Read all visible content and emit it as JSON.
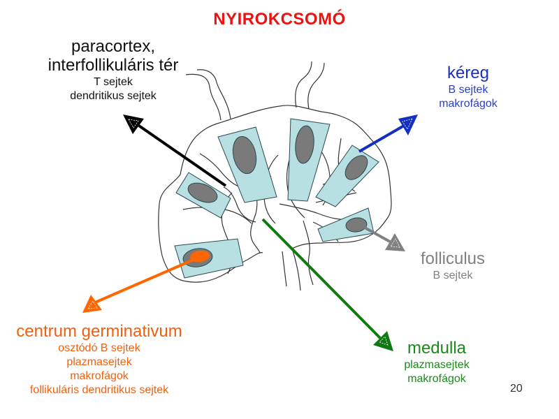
{
  "title": "NYIROKCSOMÓ",
  "page_number": "20",
  "colors": {
    "title": "#ee1111",
    "paracortex": "#000000",
    "kereg": "#1530c0",
    "folliculus": "#808080",
    "centrum": "#ff6600",
    "medulla": "#107a10",
    "follicle_fill": "#b8dfe2",
    "nucleus_fill": "#7a7a7a"
  },
  "labels": {
    "paracortex": {
      "main": [
        "paracortex,",
        "interfollikuláris tér"
      ],
      "sub": [
        "T sejtek",
        "dendritikus sejtek"
      ],
      "arrow_icon": "arrow-up-left"
    },
    "kereg": {
      "main": [
        "kéreg"
      ],
      "sub": [
        "B sejtek",
        "makrofágok"
      ],
      "arrow_icon": "arrow-up-right"
    },
    "folliculus": {
      "main": [
        "folliculus"
      ],
      "sub": [
        "B sejtek"
      ],
      "arrow_icon": "arrow-down-right"
    },
    "centrum": {
      "main": [
        "centrum germinativum"
      ],
      "sub": [
        "osztódó B sejtek",
        "plazmasejtek",
        "makrofágok",
        "follikuláris dendritikus sejtek"
      ],
      "arrow_icon": "arrow-down-left"
    },
    "medulla": {
      "main": [
        "medulla"
      ],
      "sub": [
        "plazmasejtek",
        "makrofágok"
      ],
      "arrow_icon": "arrow-down-right"
    }
  }
}
